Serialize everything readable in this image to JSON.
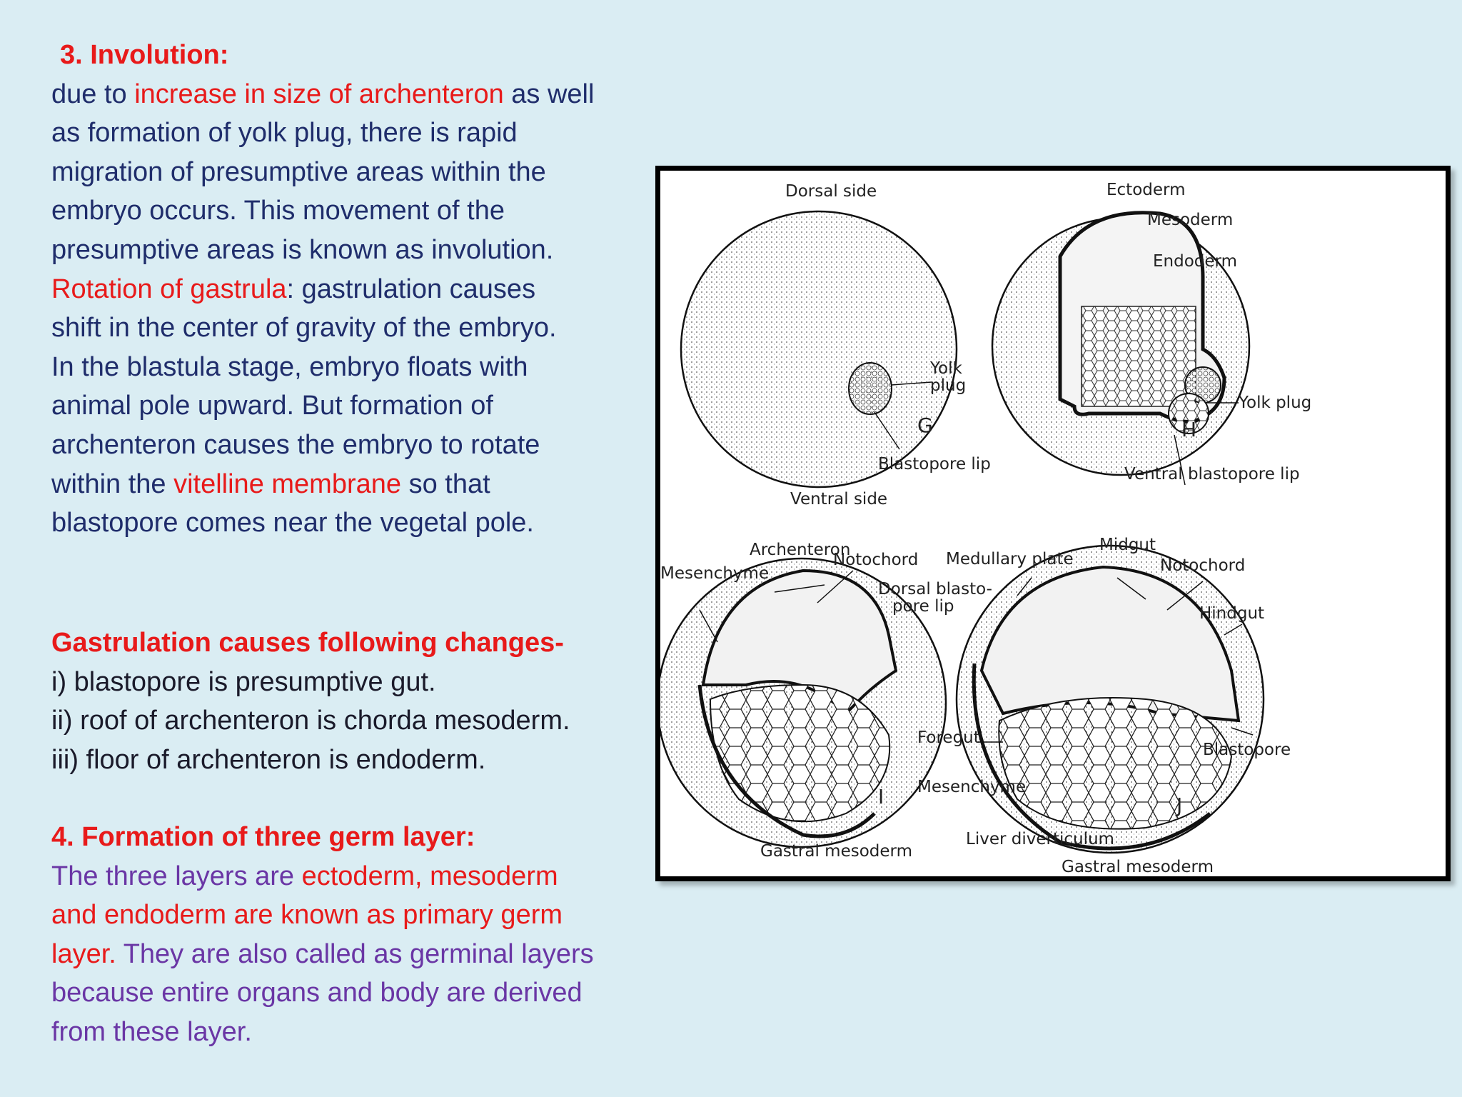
{
  "involution": {
    "heading": "3. Involution:",
    "p1_a": "due to ",
    "p1_red": "increase in size of archenteron",
    "p1_b": " as well",
    "lines1": [
      "as formation of yolk plug, there is rapid",
      "migration of presumptive areas within the",
      "embryo occurs. This movement of the",
      "presumptive areas is known as involution."
    ],
    "rot_red": "Rotation of gastrula",
    "rot_b": ": gastrulation causes",
    "lines2": [
      "shift in the center of gravity of the embryo.",
      "In the blastula stage, embryo floats with",
      "animal pole upward. But formation of",
      "archenteron causes the embryo to rotate"
    ],
    "vit_a": "within the ",
    "vit_red": "vitelline membrane",
    "vit_b": " so that",
    "last": "blastopore comes near the vegetal pole."
  },
  "changes": {
    "heading": "Gastrulation causes following changes-",
    "items": [
      "i) blastopore is presumptive gut.",
      "ii) roof of archenteron is chorda mesoderm.",
      "iii) floor of archenteron is endoderm."
    ]
  },
  "germ": {
    "heading": "4. Formation of three germ layer:",
    "l1_a": "The three layers are ",
    "l1_red": "ectoderm, mesoderm",
    "l2_red": "and endoderm are known as primary germ",
    "l3_red": "layer.",
    "l3_b": " They are also called as germinal layers",
    "l4": "because entire organs and body are derived",
    "l5": "from these layer."
  },
  "figure": {
    "labels": {
      "dorsal_side": "Dorsal side",
      "ventral_side": "Ventral side",
      "yolk_plug_g1": "Yolk",
      "yolk_plug_g2": "plug",
      "g": "G",
      "blastopore_lip": "Blastopore lip",
      "ectoderm": "Ectoderm",
      "mesoderm": "Mesoderm",
      "endoderm": "Endoderm",
      "yolk_plug_h": "Yolk plug",
      "h": "H",
      "ventral_blastopore_lip": "Ventral blastopore lip",
      "archenteron": "Archenteron",
      "notochord_i": "Notochord",
      "mesenchyme_i": "Mesenchyme",
      "dorsal_blasto1": "Dorsal blasto-",
      "dorsal_blasto2": "pore lip",
      "i": "I",
      "gastral_mesoderm_i": "Gastral mesoderm",
      "medullary_plate": "Medullary plate",
      "midgut": "Midgut",
      "notochord_j": "Notochord",
      "hindgut": "Hindgut",
      "foregut": "Foregut",
      "mesenchyme_j": "Mesenchyme",
      "blastopore": "Blastopore",
      "j": "J",
      "liver_diverticulum": "Liver diverticulum",
      "gastral_mesoderm_j": "Gastral mesoderm"
    }
  }
}
